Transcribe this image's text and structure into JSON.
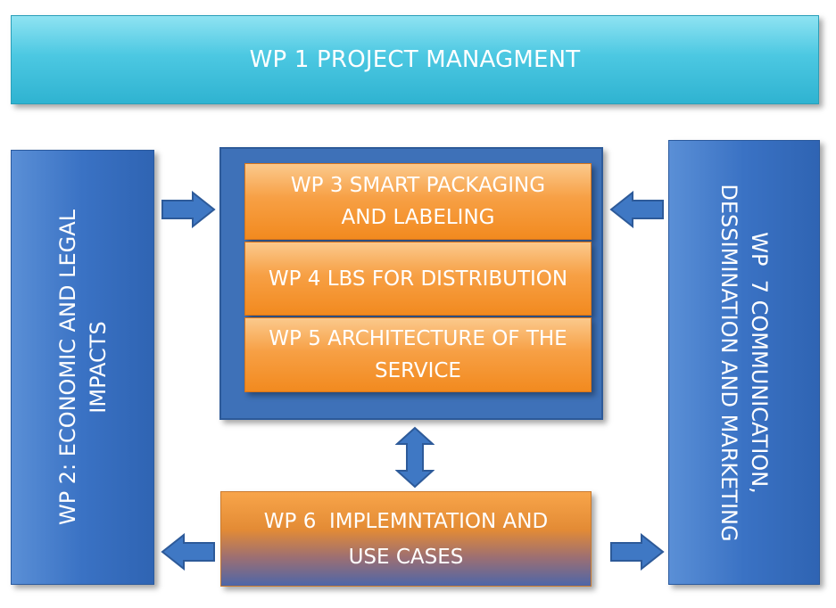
{
  "diagram": {
    "wp1": {
      "label": "WP 1 PROJECT MANAGMENT"
    },
    "wp2": {
      "label_line1": "WP 2: ECONOMIC AND LEGAL",
      "label_line2": "IMPACTS"
    },
    "wp3": {
      "label_line1": "WP 3 SMART PACKAGING",
      "label_line2": "AND LABELING"
    },
    "wp4": {
      "label": "WP 4 LBS FOR DISTRIBUTION"
    },
    "wp5": {
      "label_line1": "WP 5 ARCHITECTURE OF THE",
      "label_line2": "SERVICE"
    },
    "wp6": {
      "label_line1": "WP 6  IMPLEMNTATION AND",
      "label_line2": "USE CASES"
    },
    "wp7": {
      "label_line1": "WP  7 COMMUNICATION,",
      "label_line2": "DESSIMINATION AND MARKETING"
    }
  },
  "colors": {
    "cyan": "#4cc8e2",
    "blue": "#3a72c4",
    "orange": "#f7a045",
    "arrow_fill": "#3f78c4",
    "arrow_stroke": "#2d5a99"
  }
}
